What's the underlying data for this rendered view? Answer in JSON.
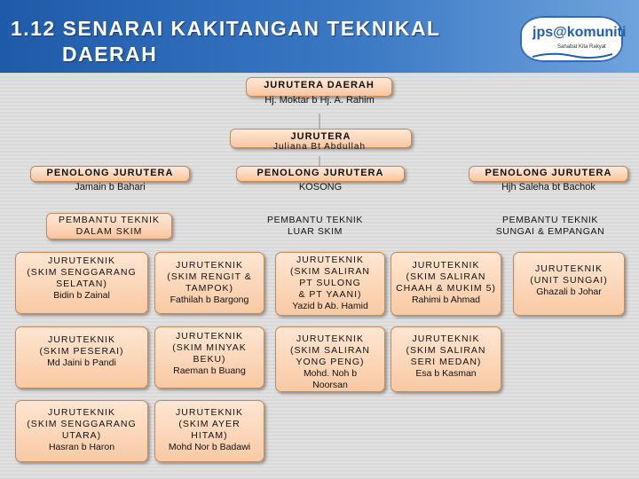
{
  "title_line1": "1.12 SENARAI KAKITANGAN TEKNIKAL",
  "title_line2": "DAERAH",
  "logo": {
    "brand": "jps@komuniti",
    "tagline": "Sahabat Kita Rakyat"
  },
  "top": {
    "title": "JURUTERA DAERAH",
    "name": "Hj. Moktar b Hj. A. Rahim"
  },
  "engineer": {
    "title": "JURUTERA",
    "name": "Juliana Bt Abdullah"
  },
  "assistants": [
    {
      "title": "PENOLONG JURUTERA",
      "name": "Jamain b Bahari"
    },
    {
      "title": "PENOLONG JURUTERA",
      "name": "KOSONG"
    },
    {
      "title": "PENOLONG JURUTERA",
      "name": "Hjh Saleha bt Bachok"
    }
  ],
  "helpers": [
    {
      "line1": "PEMBANTU TEKNIK",
      "line2": "DALAM SKIM"
    },
    {
      "line1": "PEMBANTU TEKNIK",
      "line2": "LUAR SKIM"
    },
    {
      "line1": "PEMBANTU TEKNIK",
      "line2": "SUNGAI & EMPANGAN"
    }
  ],
  "technicians": [
    {
      "title": "JURUTEKNIK\n(SKIM SENGGARANG\nSELATAN)",
      "name": "Bidin b Zainal"
    },
    {
      "title": "JURUTEKNIK\n(SKIM PESERAI)",
      "name": "Md Jaini b Pandi"
    },
    {
      "title": "JURUTEKNIK\n(SKIM SENGGARANG\nUTARA)",
      "name": "Hasran b Haron"
    },
    {
      "title": "JURUTEKNIK\n(SKIM RENGIT &\nTAMPOK)",
      "name": "Fathilah b Bargong"
    },
    {
      "title": "JURUTEKNIK\n(SKIM MINYAK\nBEKU)",
      "name": "Raeman b Buang"
    },
    {
      "title": "JURUTEKNIK\n(SKIM AYER\nHITAM)",
      "name": "Mohd Nor b Badawi"
    },
    {
      "title": "JURUTEKNIK\n(SKIM SALIRAN\nPT SULONG\n& PT YAANI)",
      "name": "Yazid b Ab. Hamid"
    },
    {
      "title": "JURUTEKNIK\n(SKIM SALIRAN\nYONG PENG)",
      "name": "Mohd. Noh b\nNoorsan"
    },
    {
      "title": "JURUTEKNIK\n(SKIM SALIRAN\nCHAAH & MUKIM 5)",
      "name": "Rahimi b Ahmad"
    },
    {
      "title": "JURUTEKNIK\n(SKIM SALIRAN\nSERI MEDAN)",
      "name": "Esa b Kasman"
    },
    {
      "title": "JURUTEKNIK\n(UNIT SUNGAI)",
      "name": "Ghazali b Johar"
    }
  ]
}
